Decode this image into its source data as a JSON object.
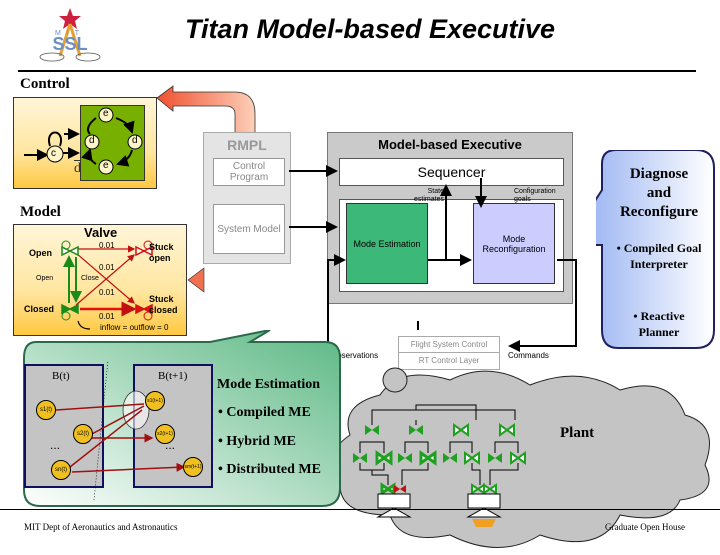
{
  "header": {
    "title": "Titan Model-based Executive",
    "logo": {
      "text": "MIT SSL",
      "icon": "ssl-logo-star-icon"
    }
  },
  "control": {
    "label": "Control",
    "states": [
      "c",
      "d",
      "e",
      "d",
      "e"
    ],
    "negation_label": "d"
  },
  "model": {
    "label": "Model",
    "valve": {
      "title": "Valve",
      "states": {
        "open": "Open",
        "closed": "Closed",
        "stuck_open": "Stuck open",
        "stuck_closed": "Stuck closed"
      },
      "commands": {
        "open": "Open",
        "close": "Close"
      },
      "probabilities": [
        "0.01",
        "0.01",
        "0.01",
        "0.01"
      ],
      "constraint": "inflow = outflow = 0"
    }
  },
  "rmpl": {
    "title": "RMPL",
    "control_program": "Control Program",
    "system_model": "System Model"
  },
  "executive": {
    "title": "Model-based Executive",
    "sequencer": "Sequencer",
    "state_estimates": "State estimates",
    "configuration_goals": "Configuration goals",
    "mode_estimation": "Mode Estimation",
    "mode_reconfiguration": "Mode Reconfiguration"
  },
  "flight": {
    "flight_system_control": "Flight System Control",
    "rt_control_layer": "RT Control Layer",
    "observations": "Observations",
    "commands": "Commands"
  },
  "diagnose": {
    "title_lines": [
      "Diagnose",
      "and",
      "Reconfigure"
    ],
    "bullets": [
      "• Compiled Goal Interpreter",
      "• Reactive Planner"
    ]
  },
  "mode_estimation_callout": {
    "belief_left": "B(t)",
    "belief_right": "B(t+1)",
    "left_states": [
      "s1(t)",
      "s2(t)",
      "sn(t)"
    ],
    "right_states": [
      "s1(t+1)",
      "s2(t+1)",
      "sm(t+1)"
    ],
    "ellipsis": "...",
    "title": "Mode Estimation",
    "bullets": [
      "• Compiled ME",
      "• Hybrid ME",
      "• Distributed ME"
    ]
  },
  "plant": {
    "label": "Plant"
  },
  "footer": {
    "left": "MIT Dept of Aeronautics and Astronautics",
    "right": "Graduate Open House"
  },
  "colors": {
    "mode_estimation": "#3cb878",
    "mode_reconfiguration": "#ccccff",
    "valve_ok": "#1a8a1a",
    "valve_fault": "#e01010",
    "arrow_orange": "#f06040",
    "callout_green": "#78c898",
    "diagnose_blue": "#8aa8f0"
  }
}
